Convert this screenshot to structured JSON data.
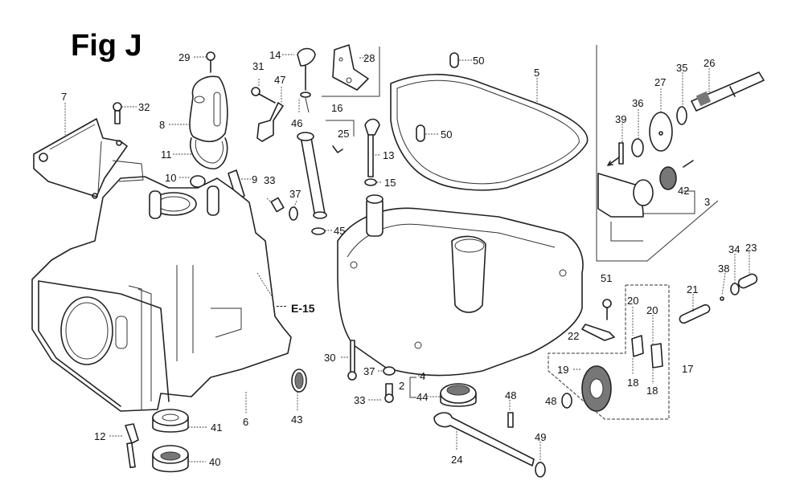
{
  "figure": {
    "title": "Fig J",
    "reference_label": "E-15"
  },
  "callouts": [
    {
      "id": "29",
      "label": "29"
    },
    {
      "id": "7",
      "label": "7"
    },
    {
      "id": "32",
      "label": "32"
    },
    {
      "id": "8",
      "label": "8"
    },
    {
      "id": "11",
      "label": "11"
    },
    {
      "id": "10",
      "label": "10"
    },
    {
      "id": "9",
      "label": "9"
    },
    {
      "id": "33a",
      "label": "33"
    },
    {
      "id": "37a",
      "label": "37"
    },
    {
      "id": "31",
      "label": "31"
    },
    {
      "id": "47",
      "label": "47"
    },
    {
      "id": "14",
      "label": "14"
    },
    {
      "id": "46",
      "label": "46"
    },
    {
      "id": "16",
      "label": "16"
    },
    {
      "id": "25",
      "label": "25"
    },
    {
      "id": "28",
      "label": "28"
    },
    {
      "id": "13",
      "label": "13"
    },
    {
      "id": "15",
      "label": "15"
    },
    {
      "id": "45",
      "label": "45"
    },
    {
      "id": "50a",
      "label": "50"
    },
    {
      "id": "50b",
      "label": "50"
    },
    {
      "id": "5",
      "label": "5"
    },
    {
      "id": "39",
      "label": "39"
    },
    {
      "id": "36",
      "label": "36"
    },
    {
      "id": "27",
      "label": "27"
    },
    {
      "id": "35",
      "label": "35"
    },
    {
      "id": "26",
      "label": "26"
    },
    {
      "id": "42",
      "label": "42"
    },
    {
      "id": "3",
      "label": "3"
    },
    {
      "id": "38",
      "label": "38"
    },
    {
      "id": "34",
      "label": "34"
    },
    {
      "id": "23",
      "label": "23"
    },
    {
      "id": "21",
      "label": "21"
    },
    {
      "id": "51",
      "label": "51"
    },
    {
      "id": "22",
      "label": "22"
    },
    {
      "id": "20a",
      "label": "20"
    },
    {
      "id": "20b",
      "label": "20"
    },
    {
      "id": "17",
      "label": "17"
    },
    {
      "id": "18a",
      "label": "18"
    },
    {
      "id": "18b",
      "label": "18"
    },
    {
      "id": "19",
      "label": "19"
    },
    {
      "id": "48a",
      "label": "48"
    },
    {
      "id": "48b",
      "label": "48"
    },
    {
      "id": "49",
      "label": "49"
    },
    {
      "id": "24",
      "label": "24"
    },
    {
      "id": "30",
      "label": "30"
    },
    {
      "id": "37b",
      "label": "37"
    },
    {
      "id": "2",
      "label": "2"
    },
    {
      "id": "4",
      "label": "4"
    },
    {
      "id": "44",
      "label": "44"
    },
    {
      "id": "33b",
      "label": "33"
    },
    {
      "id": "43",
      "label": "43"
    },
    {
      "id": "6",
      "label": "6"
    },
    {
      "id": "41",
      "label": "41"
    },
    {
      "id": "40",
      "label": "40"
    },
    {
      "id": "12",
      "label": "12"
    }
  ]
}
